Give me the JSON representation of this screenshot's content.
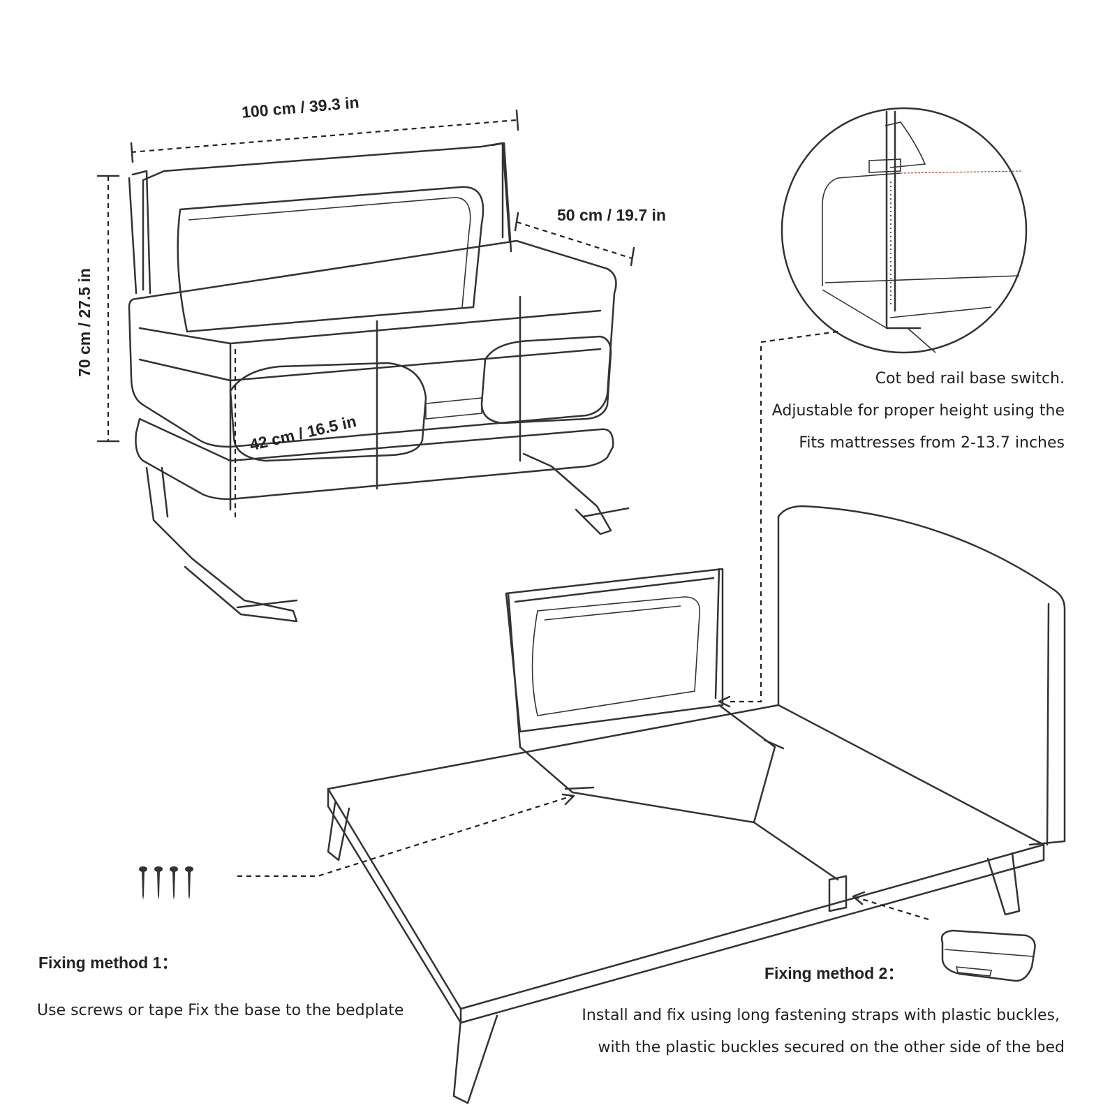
{
  "dimensions": {
    "width": "100 cm / 39.3 in",
    "depth": "50 cm / 19.7 in",
    "height": "70 cm / 27.5 in",
    "inner_height": "42 cm / 16.5 in"
  },
  "rail_switch": {
    "line1": "Cot bed rail base switch.",
    "line2": "Adjustable for proper height using the",
    "line3": "Fits mattresses from 2-13.7 inches"
  },
  "fixing1": {
    "title": "Fixing method 1：",
    "desc": "Use screws or tape Fix the base to the bedplate"
  },
  "fixing2": {
    "title": "Fixing method 2：",
    "desc_line1": "Install and fix using long fastening straps with plastic buckles,",
    "desc_line2": "with the plastic buckles secured on the other side of the bed"
  },
  "colors": {
    "line": "#333333",
    "text": "#222222",
    "accent_red": "#c0392b"
  },
  "icons": [
    "screw-icon",
    "buckle-icon",
    "detail-magnifier"
  ]
}
